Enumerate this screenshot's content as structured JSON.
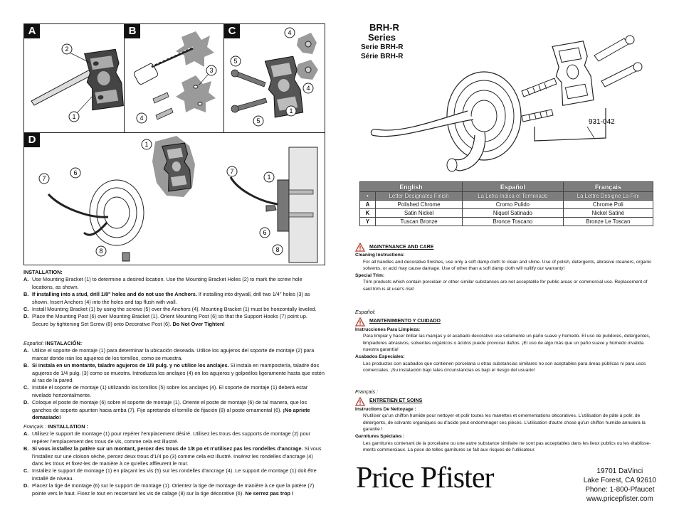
{
  "panels": {
    "a": {
      "letter": "A",
      "callouts": [
        "2",
        "1"
      ]
    },
    "b": {
      "letter": "B",
      "callouts": [
        "3",
        "4"
      ]
    },
    "c": {
      "letter": "C",
      "callouts": [
        "4",
        "5",
        "4",
        "5",
        "1"
      ]
    },
    "d": {
      "letter": "D",
      "callouts": [
        "1",
        "7",
        "6",
        "8",
        "7",
        "1",
        "6",
        "8"
      ]
    }
  },
  "product": {
    "title_line1": "BRH-R",
    "title_line2": "Series",
    "serie_es": "Serie BRH-R",
    "serie_fr": "Série BRH-R",
    "part_number": "931-042"
  },
  "finish_table": {
    "headers": [
      "English",
      "Español",
      "Français"
    ],
    "subheader": {
      "code": "•",
      "en": "Letter Designates Finish",
      "es": "La Letra Indica el Terminado",
      "fr": "La Lettre Designe La Fini"
    },
    "rows": [
      {
        "code": "A",
        "en": "Polished Chrome",
        "es": "Cromo Pulido",
        "fr": "Chrome Poli"
      },
      {
        "code": "K",
        "en": "Satin Nickel",
        "es": "Niquel Satinado",
        "fr": "Nickel Satiné"
      },
      {
        "code": "Y",
        "en": "Tuscan Bronze",
        "es": "Bronce Toscano",
        "fr": "Bronze Le Toscan"
      }
    ]
  },
  "maintenance_en": {
    "title": "MAINTENANCE AND CARE",
    "cleaning_head": "Cleaning Instructions:",
    "cleaning_text": "For all handles and decorative finishes, use only a soft damp cloth to clean and shine. Use of polish, detergents, abrasive cleaners, organic solvents, or acid may cause damage. Use of other than a soft damp cloth will nullify our warranty!",
    "trim_head": "Special Trim:",
    "trim_text": "Trim products which contain porcelain or other similar substances are not acceptable for public areas or commercial use. Replacement of said trim is at user's risk!"
  },
  "maintenance_es": {
    "lang": "Español:",
    "title": "MANTENIMIENTO Y CUIDADO",
    "cleaning_head": "Instrucciones Para Limpieza:",
    "cleaning_text": "Para limpiar y hacer brillar las manijas y el acabado decorativo use solamente un paño suave y húmedo. El uso de pulidores, detergentes, limpiadores abrasivos, solventes orgánicos o ácidos puede provocar daños. ¡El uso de algo más que un paño suave y húmedo invalida nuestra garantía!",
    "trim_head": "Acabados Especiales:",
    "trim_text": "Los productos con acabados que contienen porcelana u otras substancias similares no son aceptables para áreas públicas ni para usos comerciales. ¡Su instalación bajo tales circunstancias es bajo el riesgo del usuario!"
  },
  "maintenance_fr": {
    "lang": "Français :",
    "title": "ENTRETIEN ET SOINS",
    "cleaning_head": "Instructions De Nettoyage :",
    "cleaning_text": "N'utiliser qu'un chiffon humide pour nettoyer et polir toutes les manettes et ornementations décoratives. L'utilisation de pâte à polir, de détergents, de solvants organiques ou d'acide peut endommager ces pièces. L'utilisation d'autre chose qu'un chiffon humide annulera la garantie !",
    "trim_head": "Garnitures Spéciales :",
    "trim_text": "Les garnitures contenant de la porcelaine ou une autre substance similaire ne sont pas acceptables dans les lieux publics ou les établisse-ments commerciaux. La pose de telles garnitures se fait aux risques de l'utilisateur."
  },
  "installation_en": {
    "head": "INSTALLATION:",
    "a": "Use Mounting Bracket (1) to determine a desired location. Use the Mounting Bracket Holes (2) to mark the screw hole locations, as shown.",
    "b_bold": "If installing into a stud, drill 1/8\" holes and do not use the Anchors.",
    "b_rest": " If installing into drywall, drill two 1/4\" holes (3) as shown.  Insert Anchors (4) into the holes and tap flush with wall.",
    "c": "Install Mounting Bracket (1) by using the screws (5) over the Anchors (4). Mounting Bracket (1) must be horizontally leveled.",
    "d": "Place the Mounting Post (6) over Mounting Bracket (1). Orient Mounting Post (6) so that the Support Hooks (7) point up. Secure by tightening Set Screw (8) onto Decorative Post (6).",
    "d_bold": "Do Not Over Tighten!"
  },
  "installation_es": {
    "lang": "Español:",
    "head": "INSTALACIÓN:",
    "a": "Utilice el soporte de montaje (1) para determinar la ubicación deseada. Utilice los agujeros del soporte de montaje (2) para marcar donde irán los agujeros de los tornillos, como se muestra.",
    "b_bold": "Si instala en un montante, taladre agujeros de 1/8 pulg. y no utilice los anclajes.",
    "b_rest": " Si instala en mampostería, taladre dos agujeros de 1/4 pulg. (3) como se muestra. Introduzca los anclajes (4) en los agujeros y golpeélos ligeramente hasta que estén al ras de la pared.",
    "c": "Instale el soporte de montaje (1) utilizando los tornillos (5) sobre los anclajes (4). El soporte de montaje (1) deberá estar nivelado horizontalmente.",
    "d": "Coloque el poste de montaje (6) sobre el soporte de montaje (1). Oriente el poste de montaje (6) de tal manera, que los ganchos de soporte apunten hacia arriba (7). Fije apretando el tornillo de fijación (8) al poste ornamental (6).",
    "d_bold": "¡No apriete demasiado!"
  },
  "installation_fr": {
    "lang": "Français :",
    "head": "INSTALLATION :",
    "a": "Utilisez le support de montage (1) pour repérer l'emplacement désiré. Utilisez les trous des supports de montage (2) pour repérer l'emplacement des trous de vis, comme cela est illustré.",
    "b_bold": "Si vous installez la patère sur un montant, percez des trous de 1/8 po et n'utilisez pas les rondelles d'ancrage.",
    "b_rest": " Si vous l'installez sur une cloison sèche, percez deux trous d'1/4 po (3) comme cela est illustré. Insérez les rondelles d'ancrage (4) dans les trous et fixez-les de manière à ce qu'elles affleurent le mur.",
    "c": "Installez le support de montage (1) en plaçant les vis (5) sur les rondelles d'ancrage (4). Le support de montage (1) doit être installé de niveau.",
    "d": "Placez la tige de montage (6) sur le support de montage (1). Orientez la tige de montage de manière à ce que la patère (7) pointe vers le haut. Fixez le tout en resserrant les vis de calage (8) sur la tige décorative (6).",
    "d_bold": "Ne serrez pas trop !"
  },
  "step_letters": [
    "A.",
    "B.",
    "C.",
    "D."
  ],
  "brand": {
    "logo_text": "Price Pfister"
  },
  "address": {
    "street": "19701 DaVinci",
    "city": "Lake Forest, CA  92610",
    "phone": "Phone: 1-800-Pfaucet",
    "web": "www.pricepfister.com"
  },
  "colors": {
    "panel_letter_bg": "#111111",
    "table_header_bg": "#7d7d7d",
    "wall_gray": "#9a9a9a",
    "warning_red": "#c0392b"
  }
}
